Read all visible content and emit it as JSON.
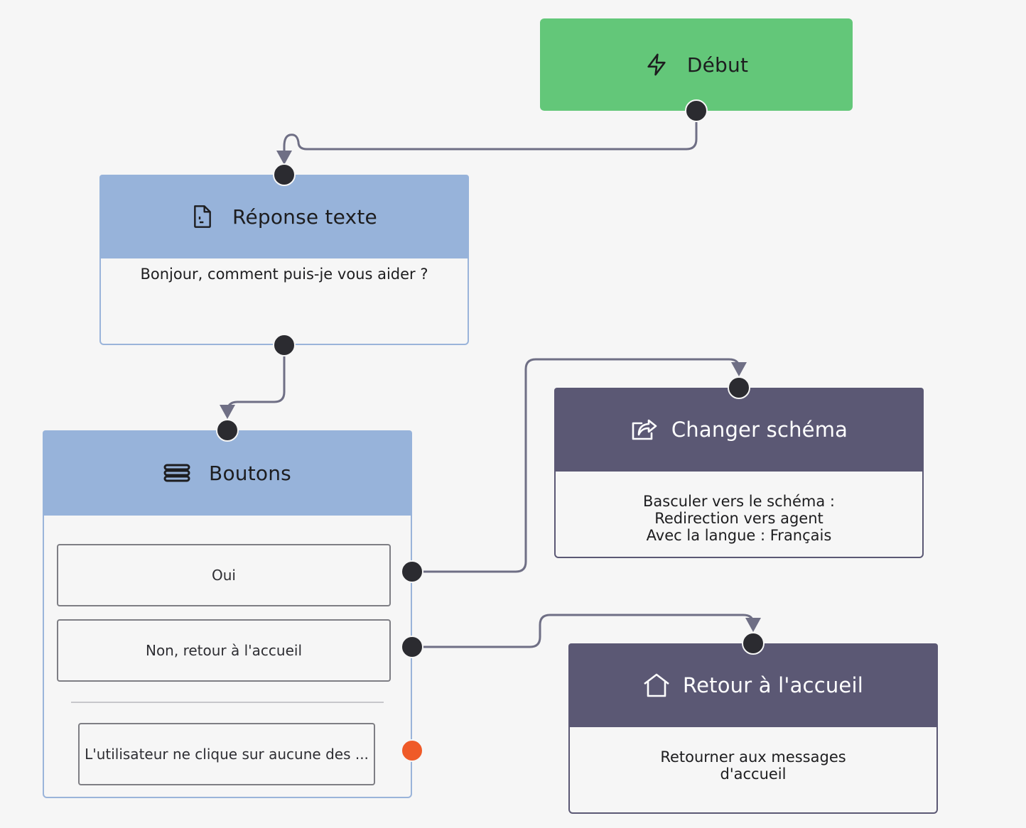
{
  "colors": {
    "start": "#63c779",
    "content_header": "#97b3da",
    "action_header": "#5b5874",
    "wire": "#6f6f85",
    "port": "#2b2b30",
    "port_fallback": "#ef5a28"
  },
  "nodes": {
    "start": {
      "title": "Début",
      "icon": "lightning-icon"
    },
    "text_reply": {
      "title": "Réponse texte",
      "icon": "document-icon",
      "message": "Bonjour, comment puis-je vous aider ?"
    },
    "buttons": {
      "title": "Boutons",
      "icon": "stack-icon",
      "options": [
        "Oui",
        "Non, retour à l'accueil"
      ],
      "fallback": "L'utilisateur ne clique sur aucune des ..."
    },
    "change_schema": {
      "title": "Changer schéma",
      "icon": "share-icon",
      "lines": [
        "Basculer vers le schéma :",
        "Redirection vers agent",
        "Avec la langue : Français"
      ]
    },
    "back_home": {
      "title": "Retour à l'accueil",
      "icon": "home-icon",
      "lines": [
        "Retourner aux messages",
        "d'accueil"
      ]
    }
  },
  "edges": [
    {
      "from": "start",
      "to": "text_reply"
    },
    {
      "from": "text_reply",
      "to": "buttons"
    },
    {
      "from": "buttons.option_1",
      "to": "change_schema"
    },
    {
      "from": "buttons.option_2",
      "to": "back_home"
    }
  ]
}
